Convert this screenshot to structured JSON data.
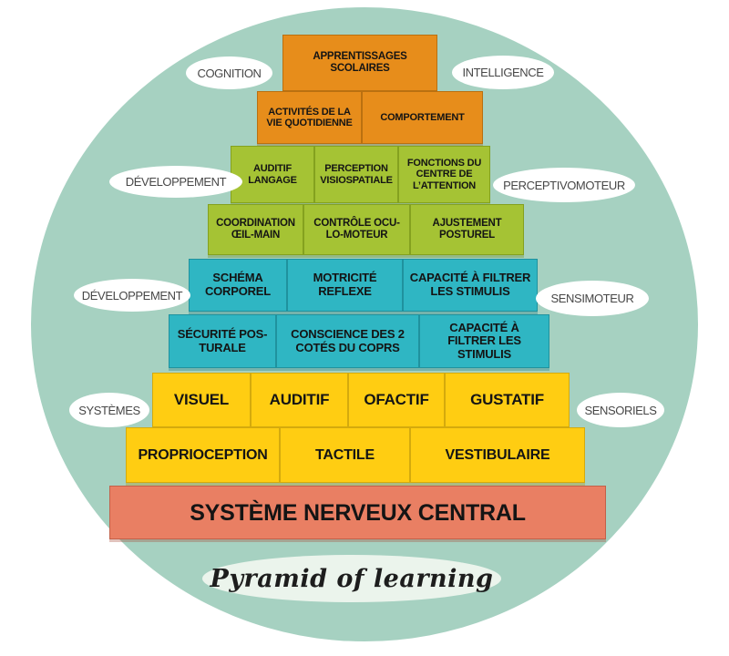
{
  "colors": {
    "background_circle": "#A6D1C1",
    "orange": "#E78D1B",
    "green": "#A5C334",
    "cyan": "#2FB6C3",
    "yellow": "#FFCD12",
    "salmon": "#E97F63",
    "label_oval": "#FFFFFF",
    "title_oval": "#EBF4EC"
  },
  "title_oval": {
    "label": "Pyramid of learning"
  },
  "side_labels": [
    {
      "id": "cognition",
      "label": "COGNITION",
      "side": "left"
    },
    {
      "id": "intelligence",
      "label": "INTELLIGENCE",
      "side": "right"
    },
    {
      "id": "developpement-1",
      "label": "DÉVELOPPEMENT",
      "side": "left"
    },
    {
      "id": "perceptivomoteur",
      "label": "PERCEPTIVOMOTEUR",
      "side": "right"
    },
    {
      "id": "developpement-2",
      "label": "DÉVELOPPEMENT",
      "side": "left"
    },
    {
      "id": "sensimoteur",
      "label": "SENSIMOTEUR",
      "side": "right"
    },
    {
      "id": "systemes",
      "label": "SYSTÈMES",
      "side": "left"
    },
    {
      "id": "sensoriels",
      "label": "SENSORIELS",
      "side": "right"
    }
  ],
  "pyramid": {
    "rows": [
      {
        "color_key": "orange",
        "cells": [
          "APPRENTISSAGES SCOLAIRES"
        ]
      },
      {
        "color_key": "orange",
        "cells": [
          "ACTIVITÉS DE LA VIE QUOTIDIENNE",
          "COMPORTEMENT"
        ]
      },
      {
        "color_key": "green",
        "cells": [
          "AUDITIF LANGAGE",
          "PERCEPTION VISIOSPATIALE",
          "FONCTIONS DU CENTRE DE L’ATTENTION"
        ]
      },
      {
        "color_key": "green",
        "cells": [
          "COORDINATION ŒIL-MAIN",
          "CONTRÔLE OCU-LO-MOTEUR",
          "AJUSTEMENT POSTUREL"
        ]
      },
      {
        "color_key": "cyan",
        "cells": [
          "SCHÉMA CORPOREL",
          "MOTRICITÉ REFLEXE",
          "CAPACITÉ À FILTRER LES STIMULIS"
        ]
      },
      {
        "color_key": "cyan",
        "cells": [
          "SÉCURITÉ POS-TURALE",
          "CONSCIENCE DES 2 COTÉS DU COPRS",
          "CAPACITÉ À FILTRER LES STIMULIS"
        ]
      },
      {
        "color_key": "yellow",
        "cells": [
          "VISUEL",
          "AUDITIF",
          "OFACTIF",
          "GUSTATIF"
        ]
      },
      {
        "color_key": "yellow",
        "cells": [
          "PROPRIOCEPTION",
          "TACTILE",
          "VESTIBULAIRE"
        ]
      },
      {
        "color_key": "salmon",
        "cells": [
          "SYSTÈME NERVEUX CENTRAL"
        ]
      }
    ]
  }
}
